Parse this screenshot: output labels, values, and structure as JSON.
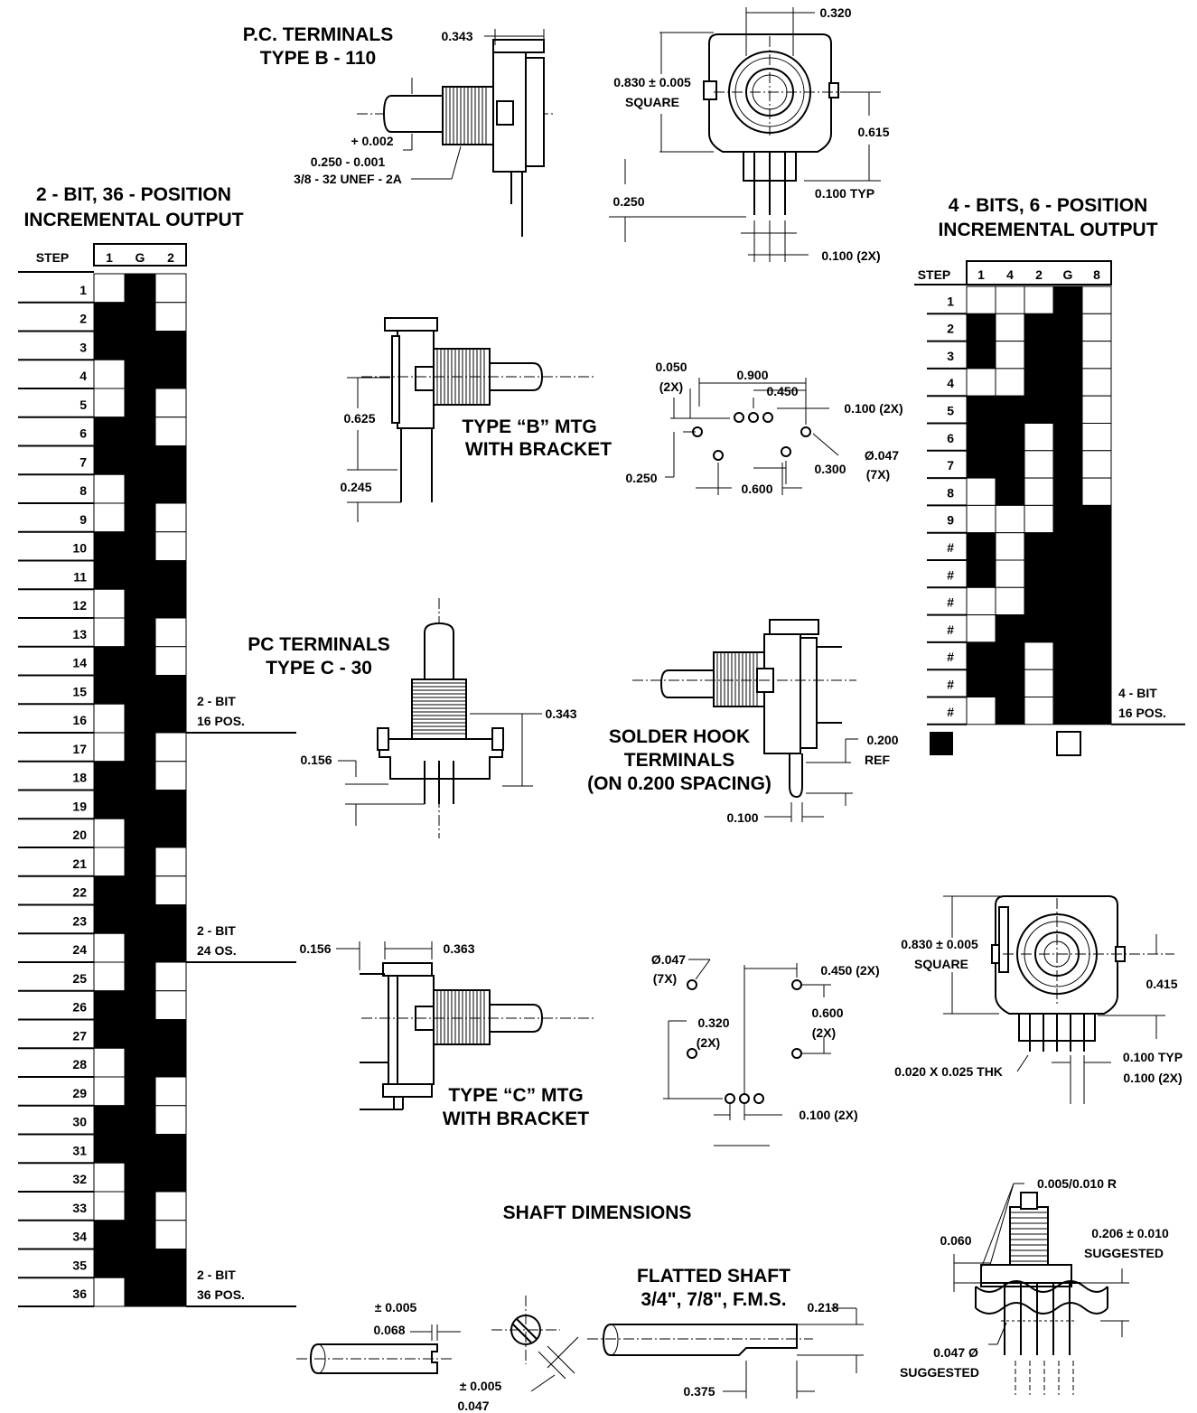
{
  "headings": {
    "pc_b110": [
      "P.C. TERMINALS",
      "TYPE B - 110"
    ],
    "enc36": [
      "2 - BIT, 36 - POSITION",
      "INCREMENTAL OUTPUT"
    ],
    "enc16": [
      "4 - BITS, 6 - POSITION",
      "INCREMENTAL OUTPUT"
    ],
    "type_b_mtg": [
      "TYPE “B” MTG",
      "WITH BRACKET"
    ],
    "pc_c30": [
      "PC TERMINALS",
      "TYPE C - 30"
    ],
    "solder_hook": [
      "SOLDER HOOK",
      "TERMINALS",
      "(ON 0.200 SPACING)"
    ],
    "type_c_mtg": [
      "TYPE “C” MTG",
      "WITH BRACKET"
    ],
    "shaft_dims": "SHAFT DIMENSIONS",
    "flatted": [
      "FLATTED SHAFT",
      "3/4\", 7/8\", F.M.S."
    ]
  },
  "dims": {
    "d_0343_top": "0.343",
    "d_0320": "0.320",
    "d_0830_sq": [
      "0.830 ± 0.005",
      "SQUARE"
    ],
    "d_0615": "0.615",
    "d_0250": "0.250",
    "d_0100typ": "0.100 TYP",
    "d_0100_2x": "0.100 (2X)",
    "tol_plus": "+ 0.002",
    "tol_main": "0.250 - 0.001",
    "thread": "3/8 - 32 UNEF - 2A",
    "d_0050": [
      "0.050",
      "(2X)"
    ],
    "d_0900": "0.900",
    "d_0450": "0.450",
    "d_0100_2x_b": "0.100 (2X)",
    "d_0625": "0.625",
    "d_0245": "0.245",
    "d_0250_b": "0.250",
    "d_0600": "0.600",
    "d_0300": "0.300",
    "d_047": [
      "Ø.047",
      "(7X)"
    ],
    "d_0343_c": "0.343",
    "d_0156_c": "0.156",
    "d_0200ref": [
      "0.200",
      "REF"
    ],
    "d_0100_sh": "0.100",
    "d_0156_cm": "0.156",
    "d_0363": "0.363",
    "d_047_c": [
      "Ø.047",
      "(7X)"
    ],
    "d_0450_2x": "0.450 (2X)",
    "d_0600_2x": [
      "0.600",
      "(2X)"
    ],
    "d_0320_2x": [
      "0.320",
      "(2X)"
    ],
    "d_0100_2x_c": "0.100 (2X)",
    "d_0830_sq_b": [
      "0.830 ± 0.005",
      "SQUARE"
    ],
    "d_0415": "0.415",
    "d_thk": "0.020 X 0.025 THK",
    "d_0100typ_b": "0.100 TYP",
    "d_0100_2x_d": "0.100 (2X)",
    "d_0005r": "0.005/0.010 R",
    "d_0060": "0.060",
    "d_0206": [
      "0.206 ± 0.010",
      "SUGGESTED"
    ],
    "d_047sug": [
      "0.047 Ø",
      "SUGGESTED"
    ],
    "d_tol1": [
      "± 0.005",
      "0.068"
    ],
    "d_tol2": [
      "± 0.005",
      "0.047"
    ],
    "d_0218": "0.218",
    "d_0375": "0.375"
  },
  "table36": {
    "header": [
      "STEP",
      "1",
      "G",
      "2"
    ],
    "steps": [
      "1",
      "2",
      "3",
      "4",
      "5",
      "6",
      "7",
      "8",
      "9",
      "10",
      "11",
      "12",
      "13",
      "14",
      "15",
      "16",
      "17",
      "18",
      "19",
      "20",
      "21",
      "22",
      "23",
      "24",
      "25",
      "26",
      "27",
      "28",
      "29",
      "30",
      "31",
      "32",
      "33",
      "34",
      "35",
      "36"
    ],
    "col1": [
      0,
      1,
      1,
      0,
      0,
      1,
      1,
      0,
      0,
      1,
      1,
      0,
      0,
      1,
      1,
      0,
      0,
      1,
      1,
      0,
      0,
      1,
      1,
      0,
      0,
      1,
      1,
      0,
      0,
      1,
      1,
      0,
      0,
      1,
      1,
      0
    ],
    "colG": [
      1,
      1,
      1,
      1,
      1,
      1,
      1,
      1,
      1,
      1,
      1,
      1,
      1,
      1,
      1,
      1,
      1,
      1,
      1,
      1,
      1,
      1,
      1,
      1,
      1,
      1,
      1,
      1,
      1,
      1,
      1,
      1,
      1,
      1,
      1,
      1
    ],
    "col2": [
      0,
      0,
      1,
      1,
      0,
      0,
      1,
      1,
      0,
      0,
      1,
      1,
      0,
      0,
      1,
      1,
      0,
      0,
      1,
      1,
      0,
      0,
      1,
      1,
      0,
      0,
      1,
      1,
      0,
      0,
      1,
      1,
      0,
      0,
      1,
      1
    ],
    "notes": [
      {
        "after_step": "16",
        "lines": [
          "2 - BIT",
          "16 POS."
        ]
      },
      {
        "after_step": "24",
        "lines": [
          "2 - BIT",
          "24 OS."
        ]
      },
      {
        "after_step": "36",
        "lines": [
          "2 - BIT",
          "36 POS."
        ]
      }
    ]
  },
  "table16": {
    "header": [
      "STEP",
      "1",
      "4",
      "2",
      "G",
      "8"
    ],
    "steps": [
      "1",
      "2",
      "3",
      "4",
      "5",
      "6",
      "7",
      "8",
      "9",
      "#",
      "#",
      "#",
      "#",
      "#",
      "#",
      "#"
    ],
    "cols": [
      [
        0,
        1,
        1,
        0,
        1,
        1,
        1,
        0,
        0,
        1,
        1,
        0,
        0,
        1,
        1,
        0
      ],
      [
        0,
        0,
        0,
        0,
        1,
        1,
        1,
        1,
        0,
        0,
        0,
        0,
        1,
        1,
        1,
        1
      ],
      [
        0,
        1,
        1,
        1,
        1,
        0,
        0,
        0,
        0,
        1,
        1,
        1,
        1,
        0,
        0,
        0
      ],
      [
        1,
        1,
        1,
        1,
        1,
        1,
        1,
        1,
        1,
        1,
        1,
        1,
        1,
        1,
        1,
        1
      ],
      [
        0,
        0,
        0,
        0,
        0,
        0,
        0,
        0,
        1,
        1,
        1,
        1,
        1,
        1,
        1,
        1
      ]
    ],
    "note": [
      "4 - BIT",
      "16 POS."
    ]
  },
  "colors": {
    "ink": "#000000",
    "paper": "#ffffff"
  }
}
